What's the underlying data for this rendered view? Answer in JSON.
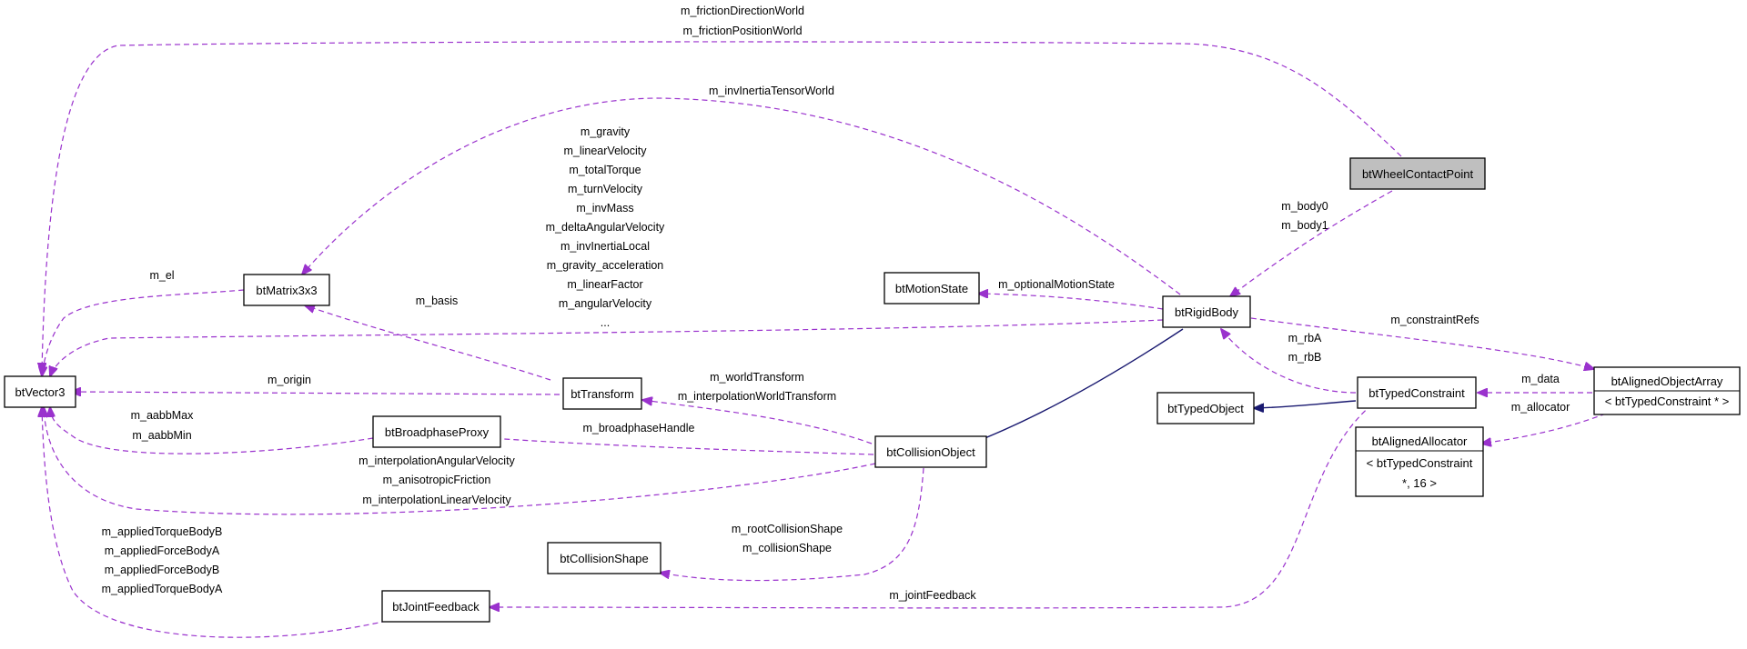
{
  "nodes": {
    "btVector3": "btVector3",
    "btMatrix3x3": "btMatrix3x3",
    "btTransform": "btTransform",
    "btBroadphaseProxy": "btBroadphaseProxy",
    "btCollisionShape": "btCollisionShape",
    "btJointFeedback": "btJointFeedback",
    "btMotionState": "btMotionState",
    "btRigidBody": "btRigidBody",
    "btCollisionObject": "btCollisionObject",
    "btTypedObject": "btTypedObject",
    "btTypedConstraint": "btTypedConstraint",
    "btWheelContactPoint": "btWheelContactPoint",
    "btAlignedObjectArray": [
      "btAlignedObjectArray",
      "< btTypedConstraint * >"
    ],
    "btAlignedAllocator": [
      "btAlignedAllocator",
      "< btTypedConstraint",
      "*, 16 >"
    ]
  },
  "edges": {
    "friction": [
      "m_frictionDirectionWorld",
      "m_frictionPositionWorld"
    ],
    "invInertiaTensorWorld": [
      "m_invInertiaTensorWorld"
    ],
    "rigidVectors": [
      "m_gravity",
      "m_linearVelocity",
      "m_totalTorque",
      "m_turnVelocity",
      "m_invMass",
      "m_deltaAngularVelocity",
      "m_invInertiaLocal",
      "m_gravity_acceleration",
      "m_linearFactor",
      "m_angularVelocity",
      "..."
    ],
    "el": [
      "m_el"
    ],
    "basis": [
      "m_basis"
    ],
    "origin": [
      "m_origin"
    ],
    "aabb": [
      "m_aabbMax",
      "m_aabbMin"
    ],
    "collisionVectors": [
      "m_interpolationAngularVelocity",
      "m_anisotropicFriction",
      "m_interpolationLinearVelocity"
    ],
    "feedbackVectors": [
      "m_appliedTorqueBodyB",
      "m_appliedForceBodyA",
      "m_appliedForceBodyB",
      "m_appliedTorqueBodyA"
    ],
    "bodies": [
      "m_body0",
      "m_body1"
    ],
    "motionState": [
      "m_optionalMotionState"
    ],
    "constraintRefs": [
      "m_constraintRefs"
    ],
    "rbAB": [
      "m_rbA",
      "m_rbB"
    ],
    "data": [
      "m_data"
    ],
    "allocator": [
      "m_allocator"
    ],
    "worldTransform": [
      "m_worldTransform",
      "m_interpolationWorldTransform"
    ],
    "broadphaseHandle": [
      "m_broadphaseHandle"
    ],
    "collisionShapes": [
      "m_rootCollisionShape",
      "m_collisionShape"
    ],
    "jointFeedback": [
      "m_jointFeedback"
    ]
  },
  "colors": {
    "usage_edge": "#9a32cd",
    "inheritance_edge": "#191970",
    "focus_node_fill": "#bfbfbf"
  }
}
